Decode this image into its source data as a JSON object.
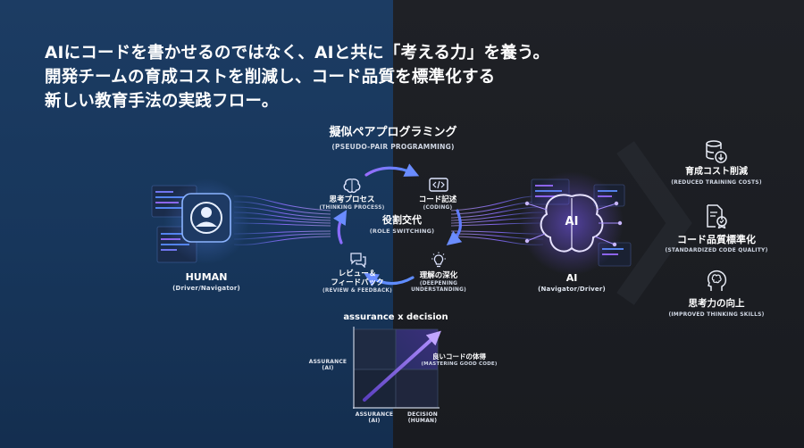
{
  "headline": [
    "AIにコードを書かせるのではなく、AIと共に「考える力」を養う。",
    "開発チームの育成コストを削減し、コード品質を標準化する",
    "新しい教育手法の実践フロー。"
  ],
  "title": {
    "ja": "擬似ペアプログラミング",
    "en": "(PSEUDO-PAIR PROGRAMMING)"
  },
  "human": {
    "label": "HUMAN",
    "role": "(Driver/Navigator)"
  },
  "ai": {
    "badge": "AI",
    "label": "AI",
    "role": "(Navigator/Driver)"
  },
  "cycle": {
    "center": {
      "ja": "役割交代",
      "en": "(ROLE SWITCHING)"
    },
    "thinking": {
      "ja": "思考プロセス",
      "en": "(THINKING PROCESS)"
    },
    "coding": {
      "ja": "コード記述",
      "en": "(CODING)"
    },
    "understanding": {
      "ja": "理解の深化",
      "en1": "(DEEPENING",
      "en2": "UNDERSTANDING)"
    },
    "review": {
      "ja1": "レビュー＆",
      "ja2": "フィードバック",
      "en": "(REVIEW & FEEDBACK)"
    }
  },
  "benefits": [
    {
      "icon": "database-down-icon",
      "ja": "育成コスト削減",
      "en": "(REDUCED TRAINING COSTS)"
    },
    {
      "icon": "document-badge-icon",
      "ja": "コード品質標準化",
      "en": "(STANDARDIZED CODE QUALITY)"
    },
    {
      "icon": "brain-head-icon",
      "ja": "思考力の向上",
      "en": "(IMPROVED THINKING SKILLS)"
    }
  ],
  "matrix": {
    "title": "assurance x decision",
    "y_label1": "ASSURANCE",
    "y_label2": "(AI)",
    "x_left1": "ASSURANCE",
    "x_left2": "(AI)",
    "x_right1": "DECISION",
    "x_right2": "(HUMAN)",
    "goal_ja": "良いコードの体得",
    "goal_en": "(MASTERING GOOD CODE)"
  },
  "colors": {
    "accent_purple": "#7c5cff",
    "accent_blue": "#4f8cff",
    "bg_left": "#17365b",
    "bg_right": "#1b1d22"
  }
}
